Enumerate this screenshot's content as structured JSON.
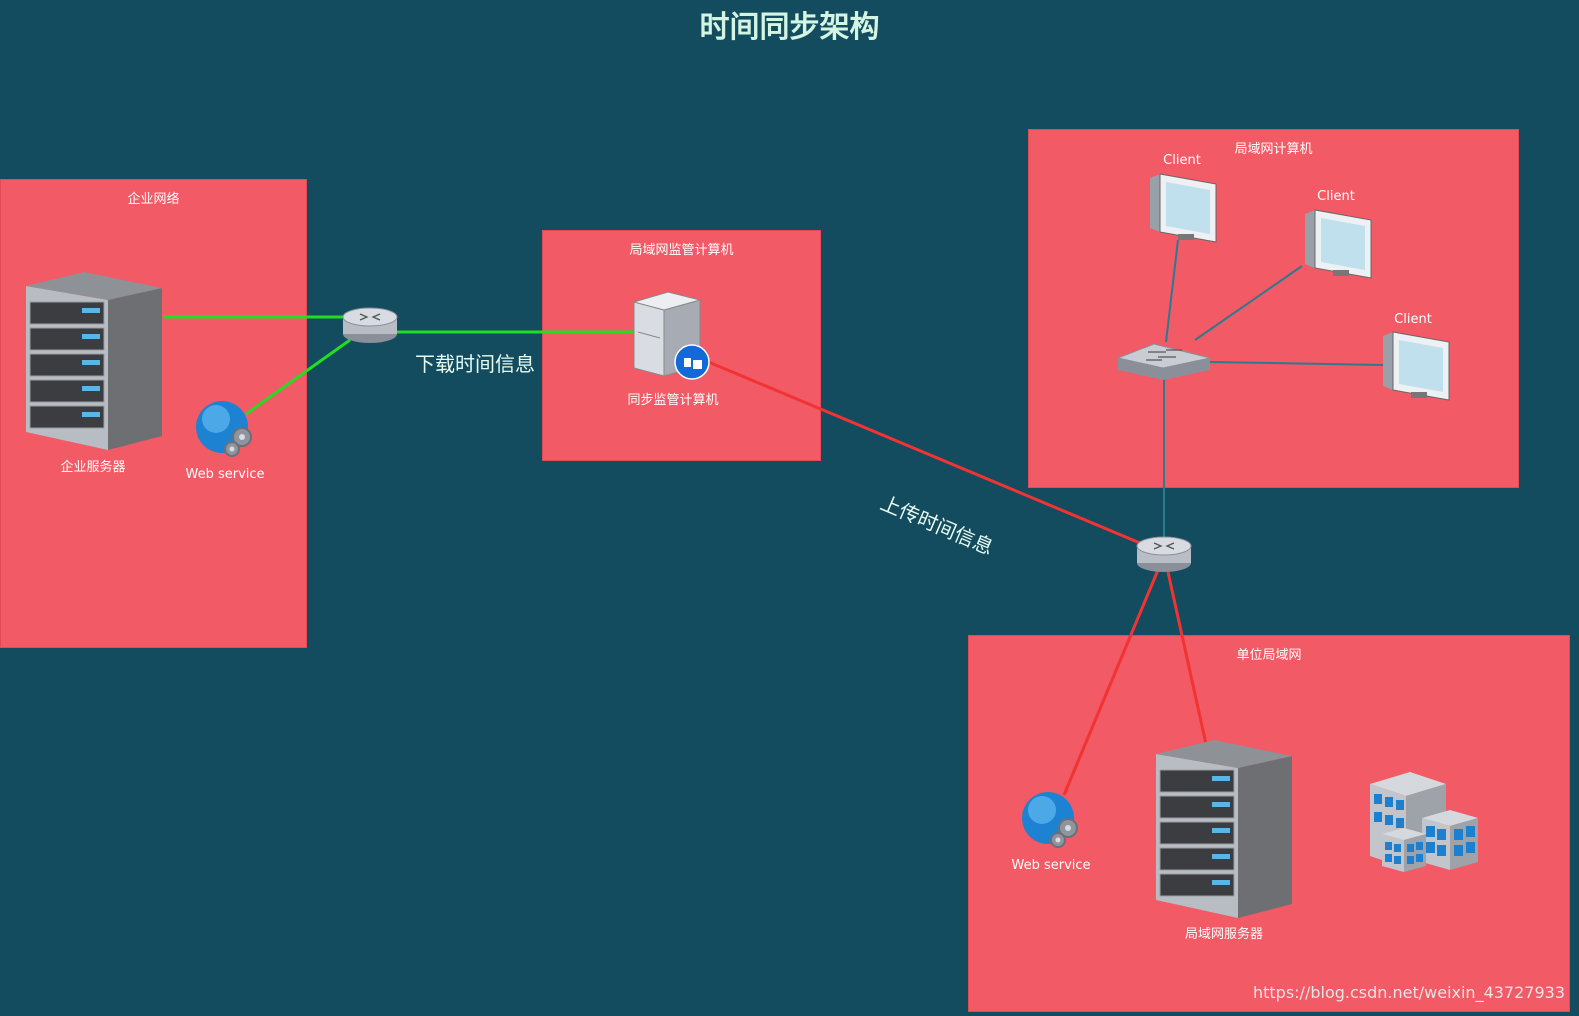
{
  "title": "时间同步架构",
  "groups": {
    "enterprise": "企业网络",
    "monitor": "局域网监管计算机",
    "lan_computers": "局域网计算机",
    "unit_lan": "单位局域网"
  },
  "nodes": {
    "enterprise_server": "企业服务器",
    "enterprise_web": "Web service",
    "sync_monitor": "同步监管计算机",
    "client_1": "Client",
    "client_2": "Client",
    "client_3": "Client",
    "unit_web": "Web service",
    "lan_server": "局域网服务器"
  },
  "edges": {
    "download": "下载时间信息",
    "upload": "上传时间信息"
  },
  "colors": {
    "background": "#134b5f",
    "group_fill": "#f25a66",
    "green_link": "#22dd22",
    "red_link": "#f23333",
    "lan_link": "#2b7a8f"
  },
  "watermark": "https://blog.csdn.net/weixin_43727933"
}
